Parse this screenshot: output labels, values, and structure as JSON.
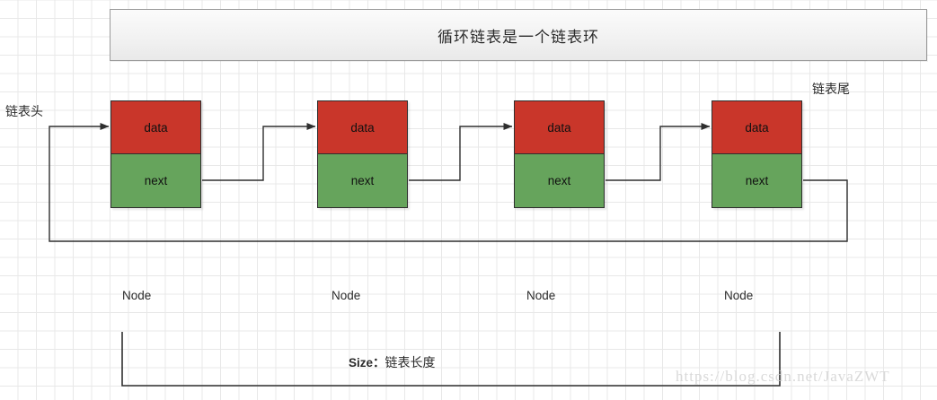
{
  "diagram": {
    "title": "循环链表是一个链表环",
    "colors": {
      "data_cell": "#c9362a",
      "next_cell": "#66a45c",
      "stroke": "#2e2e2e",
      "grid": "#e8e8e8",
      "watermark": "#d9d9d9"
    },
    "labels": {
      "head": "链表头",
      "tail": "链表尾",
      "node": "Node",
      "size_prefix": "Size：",
      "size_value": "链表长度"
    },
    "nodes": [
      {
        "data_label": "data",
        "next_label": "next",
        "caption": "Node"
      },
      {
        "data_label": "data",
        "next_label": "next",
        "caption": "Node"
      },
      {
        "data_label": "data",
        "next_label": "next",
        "caption": "Node"
      },
      {
        "data_label": "data",
        "next_label": "next",
        "caption": "Node"
      }
    ],
    "watermark": "https://blog.csdn.net/JavaZWT"
  }
}
